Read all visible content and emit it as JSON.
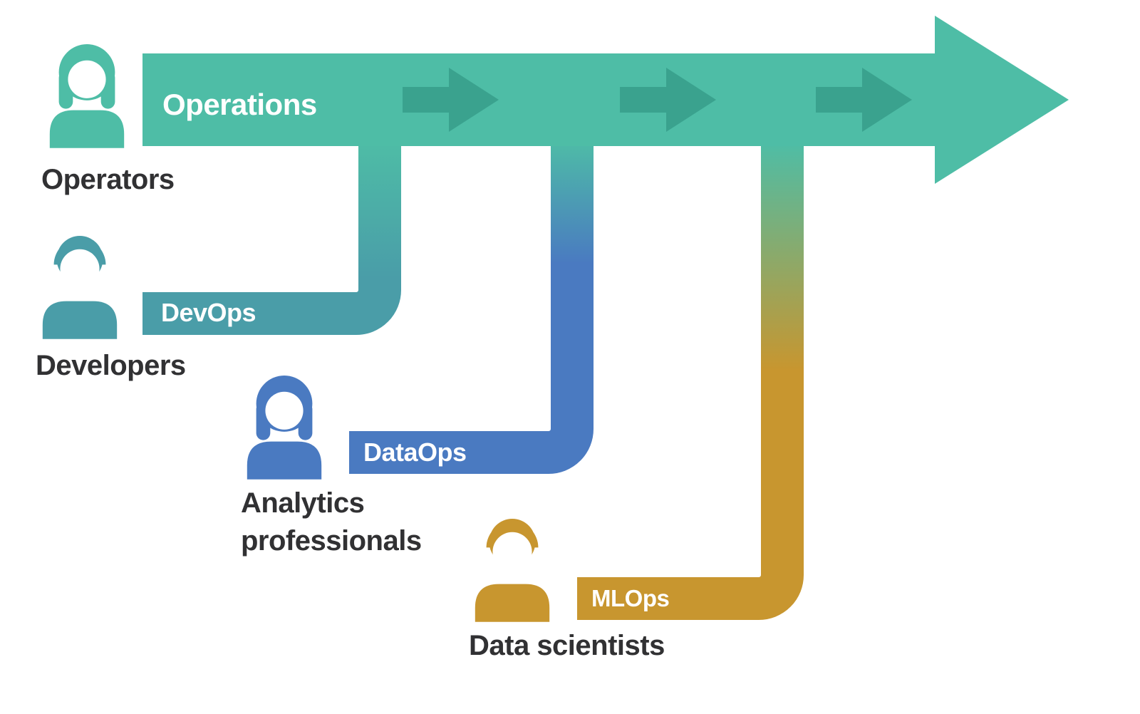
{
  "flows": {
    "operations": {
      "label": "Operations",
      "actor": "Operators"
    },
    "devops": {
      "label": "DevOps",
      "actor": "Developers"
    },
    "dataops": {
      "label": "DataOps",
      "actor": "Analytics professionals"
    },
    "mlops": {
      "label": "MLOps",
      "actor": "Data scientists"
    }
  },
  "colors": {
    "operations_teal": "#4ebda6",
    "merge_chevron": "#3aa28e",
    "devops_teal": "#4a9da8",
    "dataops_blue": "#4a7ac1",
    "mlops_gold": "#c8962f",
    "label_dark": "#313133",
    "label_light": "#ffffff",
    "face_white": "#ffffff"
  }
}
